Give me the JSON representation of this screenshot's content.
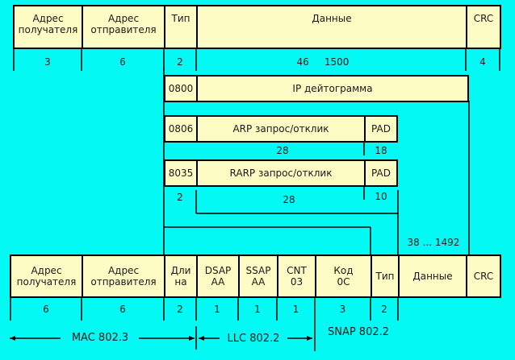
{
  "top_frame": {
    "fields": [
      {
        "label": "Адрес\nполучателя",
        "size": "3"
      },
      {
        "label": "Адрес\nотправителя",
        "size": "6"
      },
      {
        "label": "Тип",
        "size": "2"
      },
      {
        "label": "Данные",
        "size": "46     1500"
      },
      {
        "label": "CRC",
        "size": "4"
      }
    ]
  },
  "ip_row": {
    "type": "0800",
    "label": "IP дейтограмма"
  },
  "arp_row": {
    "type": "0806",
    "label": "ARP запрос/отклик",
    "pad": "PAD",
    "len": "28",
    "pad_len": "18"
  },
  "rarp_row": {
    "type": "8035",
    "label": "RARP запрос/отклик",
    "pad": "PAD",
    "type_len": "2",
    "len": "28",
    "pad_len": "10"
  },
  "bottom_range": "38 ... 1492",
  "bottom_frame": {
    "fields": [
      {
        "label": "Адрес\nполучателя",
        "size": "6"
      },
      {
        "label": "Адрес\nотправителя",
        "size": "6"
      },
      {
        "label": "Дли\nна",
        "size": "2"
      },
      {
        "label": "DSAP\nAA",
        "size": "1"
      },
      {
        "label": "SSAP\nAA",
        "size": "1"
      },
      {
        "label": "CNT\n03",
        "size": "1"
      },
      {
        "label": "Код\n0С",
        "size": "3"
      },
      {
        "label": "Тип",
        "size": "2"
      },
      {
        "label": "Данные",
        "size": ""
      },
      {
        "label": "CRC",
        "size": ""
      }
    ]
  },
  "brackets": {
    "mac": "MAC 802.3",
    "llc": "LLC 802.2",
    "snap": "SNAP 802.2"
  }
}
